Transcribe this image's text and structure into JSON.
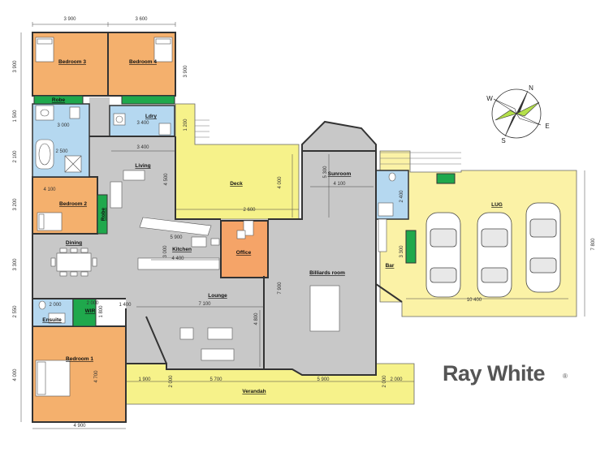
{
  "colors": {
    "bedroom": "#f4b06d",
    "wet": "#b5d8f0",
    "robe": "#1fa84c",
    "office": "#f5a468",
    "living": "#c8c8c8",
    "outdoor": "#f6f28a",
    "garage": "#fbf2a6",
    "brand": "#555555"
  },
  "rooms": {
    "bedroom3": "Bedroom 3",
    "bedroom4": "Bedroom 4",
    "robe_top": "Robe",
    "ldry": "Ldry",
    "living": "Living",
    "deck": "Deck",
    "sunroom": "Sunroom",
    "bedroom2": "Bedroom 2",
    "robe_side": "Robe",
    "lug": "LUG",
    "dining": "Dining",
    "kitchen": "Kitchen",
    "office": "Office",
    "billiards": "Billiards room",
    "bar": "Bar",
    "lounge": "Lounge",
    "ensuite": "Ensuite",
    "wir": "WIR",
    "bedroom1": "Bedroom 1",
    "verandah": "Verandah"
  },
  "dims": {
    "top_left": "3 900",
    "top_right": "3 600",
    "left_1": "3 900",
    "left_2": "1 500",
    "left_3": "2 100",
    "left_4": "3 200",
    "left_5": "3 300",
    "left_6": "2 550",
    "left_7": "4 000",
    "bed4_side": "3 900",
    "ldry_side": "1 200",
    "bath_w": "3 000",
    "bath_inner": "2 500",
    "ldry_w": "3 400",
    "living_w": "3 400",
    "living_h": "4 500",
    "deck_h": "4 000",
    "deck_w": "2 600",
    "sunroom_h": "5 300",
    "sunroom_w": "4 100",
    "bed2_w": "4 100",
    "bar_small": "2 400",
    "bar_h": "3 300",
    "lug_h": "7 800",
    "kitchen_w1": "5 900",
    "kitchen_h": "3 000",
    "kitchen_w2": "4 400",
    "billiards_h": "7 900",
    "lug_w": "10 400",
    "ensuite_w": "2 000",
    "wir_w": "2 000",
    "wir_h": "1 800",
    "lounge_left": "1 400",
    "lounge_w": "7 100",
    "lounge_h": "4 800",
    "bed1_h": "4 700",
    "bed1_w": "4 900",
    "ver_1": "1 900",
    "ver_2": "5 700",
    "ver_3": "5 900",
    "ver_4": "2 000",
    "ver_h1": "2 000",
    "ver_h2": "2 000"
  },
  "compass": {
    "n": "N",
    "e": "E",
    "s": "S",
    "w": "W"
  },
  "brand": {
    "name": "Ray White",
    "mark": "®"
  }
}
